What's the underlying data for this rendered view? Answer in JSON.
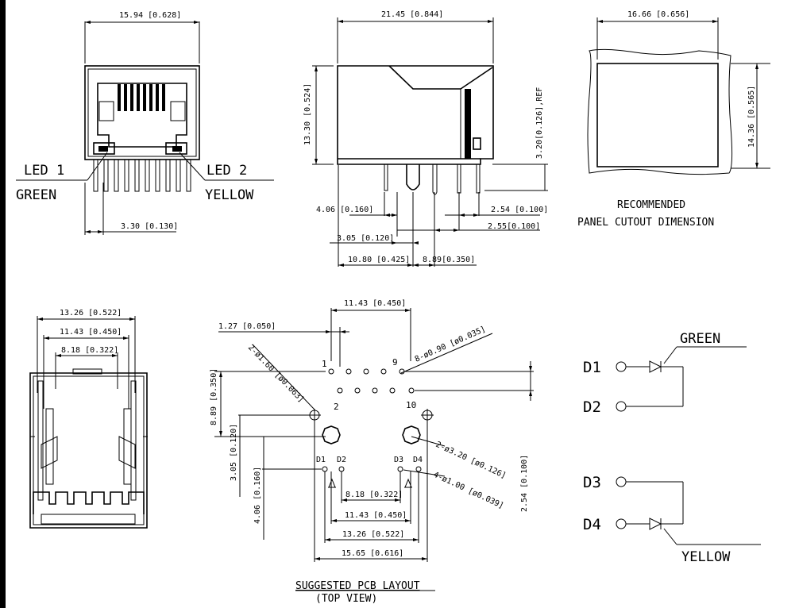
{
  "front_view": {
    "width_dim": "15.94 [0.628]",
    "pitch_dim": "3.30 [0.130]",
    "led1_label": "LED 1",
    "led1_color": "GREEN",
    "led2_label": "LED 2",
    "led2_color": "YELLOW"
  },
  "side_view": {
    "length_dim": "21.45 [0.844]",
    "height_dim": "13.30 [0.524]",
    "ref_dim": "3.20[0.126],REF",
    "dim_406": "4.06 [0.160]",
    "dim_254": "2.54 [0.100]",
    "dim_255": "2.55[0.100]",
    "dim_305": "3.05 [0.120]",
    "dim_1080": "10.80 [0.425]",
    "dim_889": "8.89[0.350]"
  },
  "panel_cutout": {
    "width_dim": "16.66 [0.656]",
    "height_dim": "14.36 [0.565]",
    "caption_line1": "RECOMMENDED",
    "caption_line2": "PANEL CUTOUT DIMENSION"
  },
  "bottom_view": {
    "dim_1326": "13.26 [0.522]",
    "dim_1143": "11.43 [0.450]",
    "dim_818": "8.18 [0.322]"
  },
  "pcb_layout": {
    "top_dim": "11.43 [0.450]",
    "dim_127": "1.27 [0.050]",
    "hole_160": "2-ø1.60 [ø0.063]",
    "hole_090": "8-ø0.90 [ø0.035]",
    "hole_320": "2-ø3.20 [ø0.126]",
    "hole_100": "4-ø1.00 [ø0.039]",
    "pin1": "1",
    "pin2": "2",
    "pin9": "9",
    "pin10": "10",
    "d1": "D1",
    "d2": "D2",
    "d3": "D3",
    "d4": "D4",
    "dim_889": "8.89 [0.350]",
    "dim_305": "3.05 [0.120]",
    "dim_406": "4.06 [0.160]",
    "dim_254": "2.54 [0.100]",
    "dim_818": "8.18 [0.322]",
    "dim_1143": "11.43 [0.450]",
    "dim_1326": "13.26 [0.522]",
    "dim_1565": "15.65 [0.616]",
    "caption_line1": "SUGGESTED PCB LAYOUT",
    "caption_line2": "(TOP VIEW)"
  },
  "schematic": {
    "green": "GREEN",
    "yellow": "YELLOW",
    "d1": "D1",
    "d2": "D2",
    "d3": "D3",
    "d4": "D4"
  }
}
